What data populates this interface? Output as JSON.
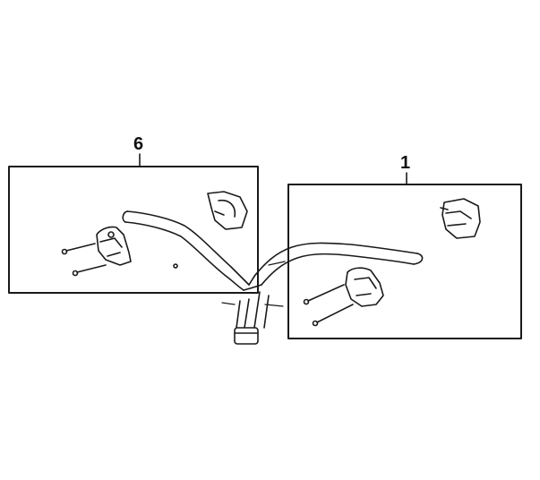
{
  "diagram": {
    "callouts": [
      {
        "id": "callout-6",
        "label": "6"
      },
      {
        "id": "callout-1",
        "label": "1"
      }
    ],
    "stroke_color": "#1a1a1a",
    "background_color": "#ffffff"
  }
}
